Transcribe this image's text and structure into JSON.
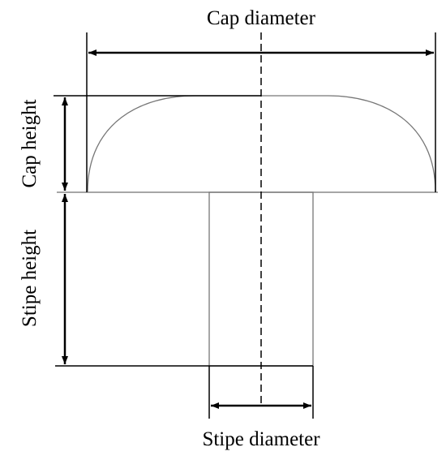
{
  "labels": {
    "cap_diameter": "Cap diameter",
    "cap_height": "Cap height",
    "stipe_height": "Stipe height",
    "stipe_diameter": "Stipe diameter"
  },
  "colors": {
    "line": "#000000",
    "outline": "#777777"
  }
}
